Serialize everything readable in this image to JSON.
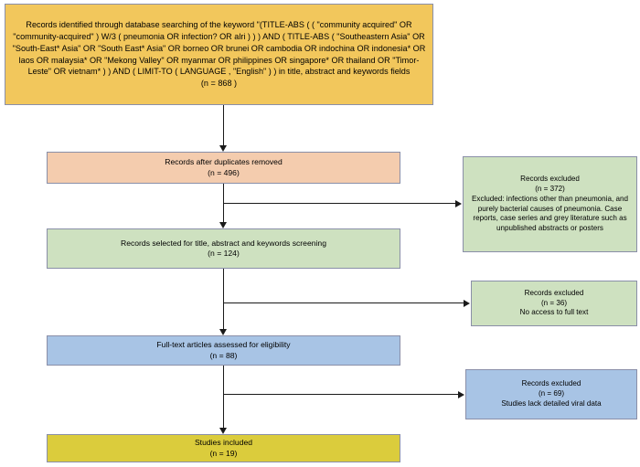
{
  "diagram": {
    "title": "PRISMA study selection flow diagram",
    "colors": {
      "identification": "#F2C75C",
      "duplicates": "#F4CCAE",
      "screening": "#CEE1C0",
      "eligibility": "#A8C4E5",
      "included": "#DBCC3C",
      "border": "#8a8fa8",
      "connector": "#1a1a1a"
    },
    "boxes": {
      "identification": {
        "text": "Records identified through database searching of the keyword \"(TITLE-ABS ( ( \"community acquired\" OR \"community-acquired\" ) W/3 ( pneumonia OR infection? OR alri ) ) ) AND ( TITLE-ABS ( \"Southeastern Asia\" OR \"South-East* Asia\" OR \"South East* Asia\" OR borneo OR brunei OR cambodia OR indochina OR indonesia* OR laos OR malaysia* OR \"Mekong Valley\" OR myanmar OR philippines OR singapore* OR thailand OR \"Timor-Leste\" OR vietnam* ) ) AND ( LIMIT-TO ( LANGUAGE , \"English\" ) ) in title, abstract and keywords fields\n(n = 868 )",
        "count": "(n = 868 )"
      },
      "duplicates": {
        "text": "Records after duplicates removed\n(n = 496)",
        "label": "Records after duplicates removed",
        "count": "(n = 496)"
      },
      "screened": {
        "text": "Records selected for title, abstract and keywords screening\n(n = 124)",
        "label": "Records selected for title, abstract and keywords screening",
        "count": "(n = 124)"
      },
      "fulltext": {
        "text": "Full-text articles assessed for eligibility\n(n = 88)",
        "label": "Full-text articles assessed for eligibility",
        "count": "(n = 88)"
      },
      "included": {
        "text": "Studies included\n(n = 19)",
        "label": "Studies included",
        "count": "(n = 19)"
      },
      "excluded_1": {
        "text": "Records excluded\n(n = 372)\nExcluded: infections other than pneumonia, and purely bacterial causes of pneumonia. Case reports, case series and grey literature such as unpublished abstracts or posters",
        "label": "Records excluded",
        "count": "(n = 372)",
        "reason": "Excluded: infections other than pneumonia, and purely bacterial causes of pneumonia. Case reports, case series and grey literature such as unpublished abstracts or posters"
      },
      "excluded_2": {
        "text": "Records excluded\n(n = 36)\nNo access to full text",
        "label": "Records excluded",
        "count": "(n = 36)",
        "reason": "No access to full text"
      },
      "excluded_3": {
        "text": "Records excluded\n(n = 69)\nStudies  lack detailed viral data",
        "label": "Records excluded",
        "count": "(n = 69)",
        "reason": "Studies  lack detailed viral data"
      }
    }
  }
}
